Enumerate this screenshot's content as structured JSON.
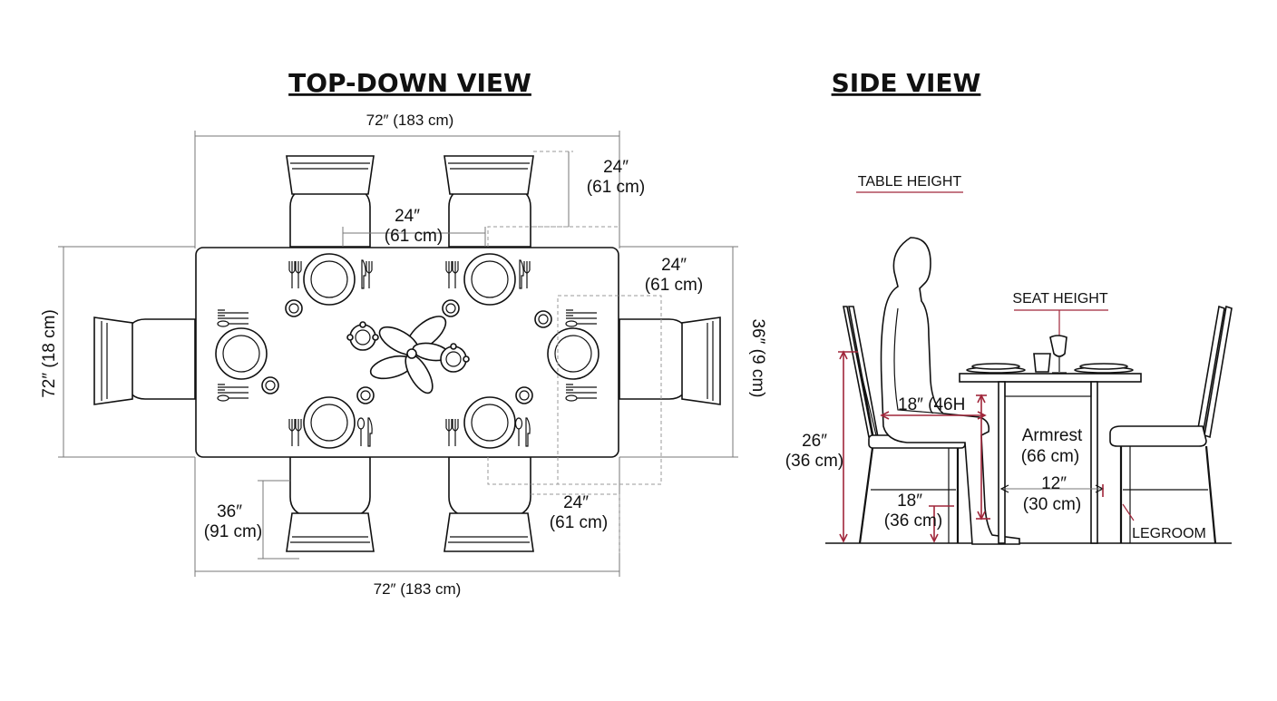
{
  "top_view": {
    "title": "TOP-DOWN VIEW",
    "dims": {
      "top_width": "72″ (183 cm)",
      "bottom_width": "72″ (183 cm)",
      "left_height": "72″ (18 cm)",
      "right_height": "36″ (9 cm)",
      "chair_depth_1": "24″",
      "chair_depth_2": "(61 cm)",
      "chair_gap_1": "24″",
      "chair_gap_2": "(61 cm)",
      "side_clear_1": "24″",
      "side_clear_2": "(61 cm)",
      "bottom_clear_1": "24″",
      "bottom_clear_2": "(61 cm)",
      "pullout_1": "36″",
      "pullout_2": "(91 cm)"
    }
  },
  "side_view": {
    "title": "SIDE VIEW",
    "labels": {
      "table_height": "TABLE HEIGHT",
      "seat_height": "SEAT HEIGHT",
      "legroom": "LEGROOM",
      "armrest_1": "Armrest",
      "armrest_2": "(66 cm)"
    },
    "dims": {
      "chair_height_1": "26″",
      "chair_height_2": "(36 cm)",
      "seat_depth": "18″ (46H",
      "seat_h_1": "18″",
      "seat_h_2": "(36 cm)",
      "knee_1": "12″",
      "knee_2": "(30 cm)"
    }
  }
}
